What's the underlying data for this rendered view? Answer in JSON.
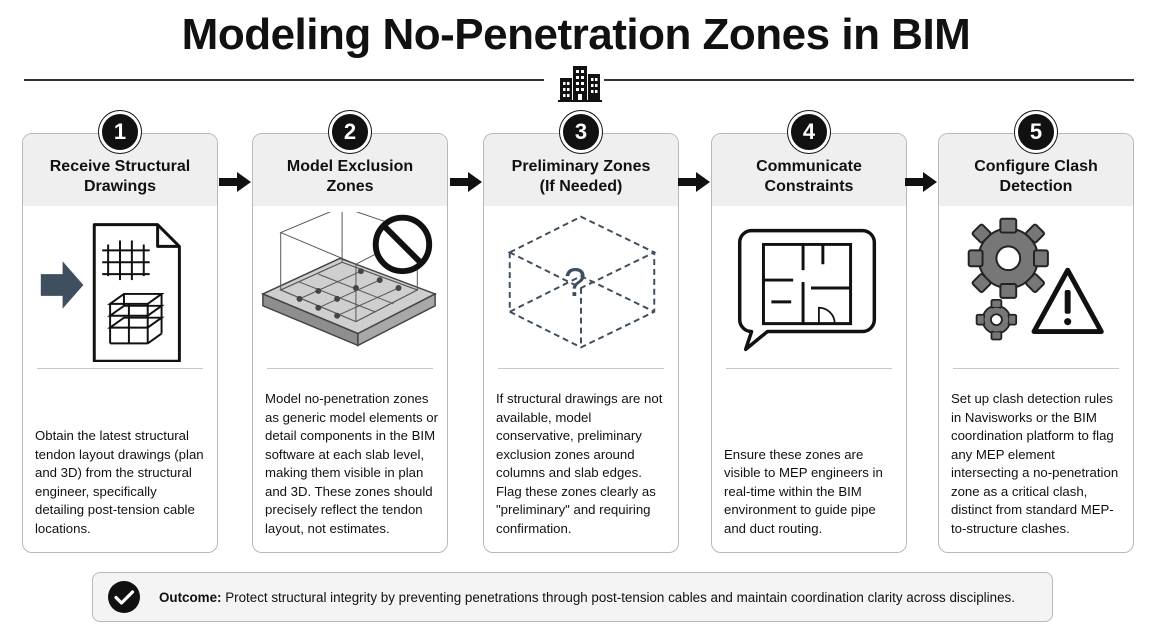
{
  "title": "Modeling No-Penetration Zones in BIM",
  "title_icon": "buildings-icon",
  "steps": [
    {
      "number": "1",
      "title_lines": [
        "Receive Structural",
        "Drawings"
      ],
      "icon": "drawing-document-icon",
      "description": "Obtain the latest structural tendon layout drawings (plan and 3D) from the structural engineer, specifically detailing post-tension cable locations."
    },
    {
      "number": "2",
      "title_lines": [
        "Model Exclusion",
        "Zones"
      ],
      "icon": "slab-no-entry-icon",
      "description": "Model no-penetration zones as generic model elements or detail components in the BIM software at each slab level, making them visible in plan and 3D. These zones should precisely reflect the tendon layout, not estimates."
    },
    {
      "number": "3",
      "title_lines": [
        "Preliminary Zones",
        "(If Needed)"
      ],
      "icon": "dashed-zone-question-icon",
      "description": "If structural drawings are not available, model conservative, preliminary exclusion zones around columns and slab edges. Flag these zones clearly as \"preliminary\" and requiring confirmation."
    },
    {
      "number": "4",
      "title_lines": [
        "Communicate",
        "Constraints"
      ],
      "icon": "speech-bubble-floorplan-icon",
      "description": "Ensure these zones are visible to MEP engineers in real-time within the BIM environment to guide pipe and duct routing."
    },
    {
      "number": "5",
      "title_lines": [
        "Configure Clash",
        "Detection"
      ],
      "icon": "gears-warning-icon",
      "description": "Set up clash detection rules in Navisworks or the BIM coordination platform to flag any MEP element intersecting a no-penetration zone as a critical clash, distinct from standard MEP-to-structure clashes."
    }
  ],
  "outcome": {
    "label": "Outcome:",
    "text": " Protect structural integrity by preventing penetrations through post-tension cables and maintain coordination clarity across disciplines.",
    "icon": "check-circle-icon"
  },
  "colors": {
    "ink": "#111111",
    "card_border": "#b9b9b9",
    "card_header": "#efefef",
    "accent_slate": "#3f4f5f"
  }
}
